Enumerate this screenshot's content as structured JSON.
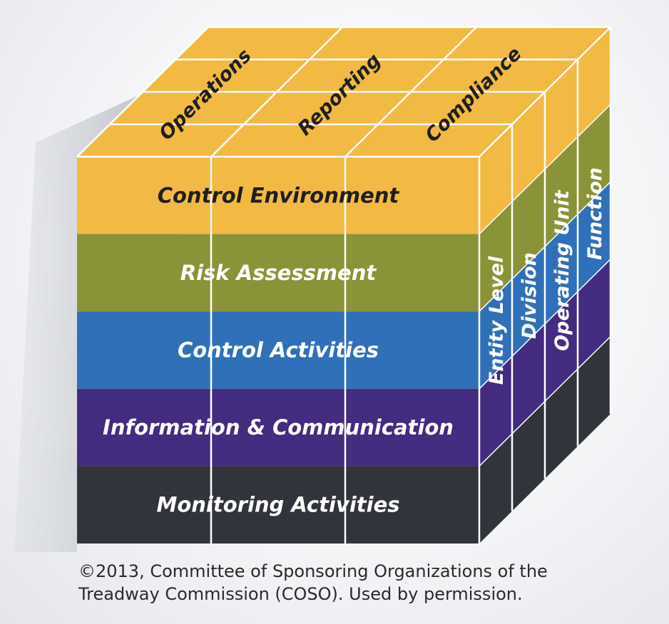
{
  "objectives": [
    "Operations",
    "Reporting",
    "Compliance"
  ],
  "components": [
    {
      "label": "Control Environment",
      "color": "#f2b943",
      "text_color": "#1f1f1f",
      "side_color": "#f2b943"
    },
    {
      "label": "Risk Assessment",
      "color": "#8b9338",
      "text_color": "#ffffff",
      "side_color": "#8b9338"
    },
    {
      "label": "Control Activities",
      "color": "#2f70b8",
      "text_color": "#ffffff",
      "side_color": "#2f70b8"
    },
    {
      "label": "Information & Communication",
      "color": "#432b80",
      "text_color": "#ffffff",
      "side_color": "#432b80"
    },
    {
      "label": "Monitoring Activities",
      "color": "#32343b",
      "text_color": "#ffffff",
      "side_color": "#32343b"
    }
  ],
  "structure_levels": [
    "Entity Level",
    "Division",
    "Operating Unit",
    "Function"
  ],
  "top_color": "#f2b943",
  "grid_line_color": "#ffffff",
  "caption": {
    "line1": "©2013, Committee of Sponsoring Organizations of the",
    "line2": "Treadway Commission (COSO). Used by permission."
  }
}
